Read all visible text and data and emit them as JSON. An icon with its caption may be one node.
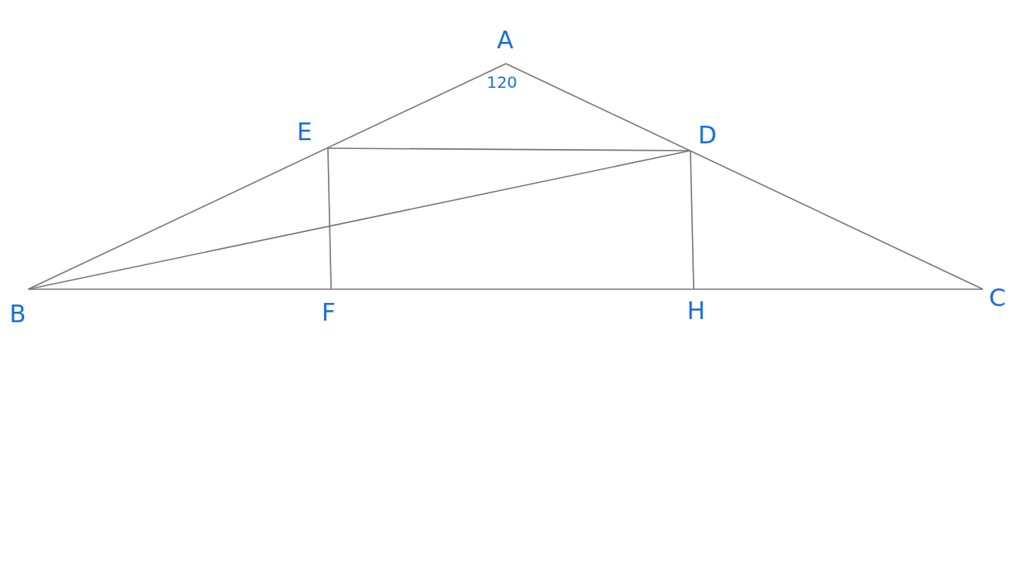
{
  "diagram": {
    "labels": [
      "A",
      "120",
      "E",
      "D",
      "B",
      "F",
      "H",
      "C"
    ]
  }
}
